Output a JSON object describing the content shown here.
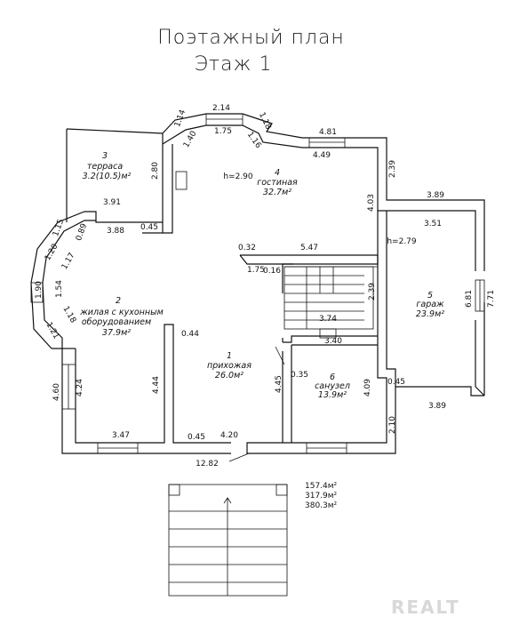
{
  "title": {
    "line1": "Поэтажный план",
    "line2": "Этаж 1"
  },
  "rooms": [
    {
      "num": "1",
      "name": "прихожая",
      "area": "26.0м²"
    },
    {
      "num": "2",
      "name_line1": "жилая с кухонным",
      "name_line2": "оборудованием",
      "area": "37.9м²"
    },
    {
      "num": "3",
      "name": "терраса",
      "area": "3.2(10.5)м²"
    },
    {
      "num": "4",
      "name": "гостиная",
      "area": "32.7м²"
    },
    {
      "num": "5",
      "name": "гараж",
      "area": "23.9м²"
    },
    {
      "num": "6",
      "name": "санузел",
      "area": "13.9м²"
    }
  ],
  "heights": {
    "main": "h=2.90",
    "garage": "h=2.79"
  },
  "dimensions": {
    "d214": "2.14",
    "d114": "1.14",
    "d118a": "1.18",
    "d175a": "1.75",
    "d140": "1.40",
    "d116": "1.16",
    "d481": "4.81",
    "d449": "4.49",
    "d239a": "2.39",
    "d280": "2.80",
    "d391": "3.91",
    "d388": "3.88",
    "d045a": "0.45",
    "d115": "1.15",
    "d089": "0.89",
    "d120": "1.20",
    "d117": "1.17",
    "d403": "4.03",
    "d389a": "3.89",
    "d351": "3.51",
    "d032": "0.32",
    "d547": "5.47",
    "d175b": "1.75",
    "d016": "0.16",
    "d239b": "2.39",
    "d374": "3.74",
    "d190": "1.90",
    "d154": "1.54",
    "d118b": "1.18",
    "d121": "1.21",
    "d044": "0.44",
    "d681": "6.81",
    "d771": "7.71",
    "d340": "3.40",
    "d035": "0.35",
    "d460": "4.60",
    "d424": "4.24",
    "d444": "4.44",
    "d445": "4.45",
    "d409": "4.09",
    "d045b": "0.45",
    "d389b": "3.89",
    "d210": "2.10",
    "d347": "3.47",
    "d045c": "0.45",
    "d420": "4.20",
    "d1282": "12.82"
  },
  "totals": {
    "t1": "157.4м²",
    "t2": "317.9м²",
    "t3": "380.3м²"
  },
  "watermark": "REALT"
}
